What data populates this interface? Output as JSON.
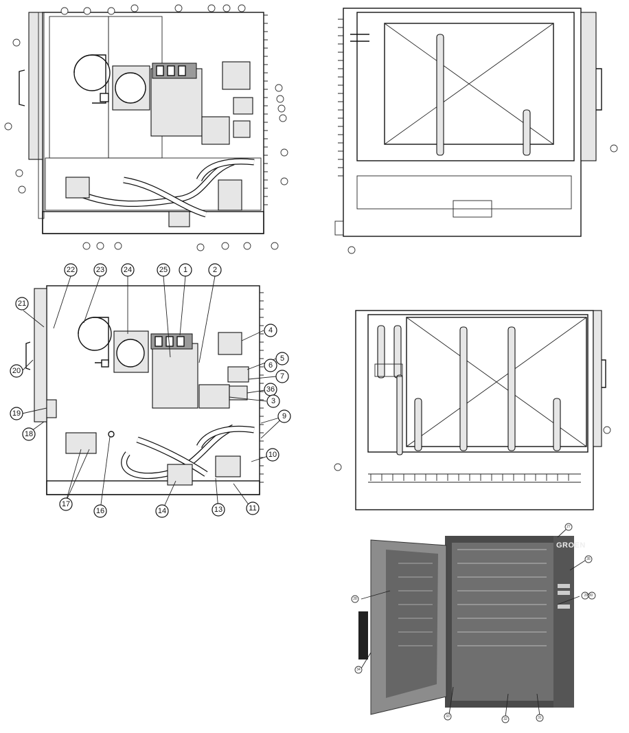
{
  "brand_text": "GROEN",
  "callouts_detailed": {
    "c22": "22",
    "c23": "23",
    "c24": "24",
    "c25": "25",
    "c1": "1",
    "c2": "2",
    "c21": "21",
    "c4": "4",
    "c5": "5",
    "c6": "6",
    "c7": "7",
    "c36": "36",
    "c3": "3",
    "c20": "20",
    "c19": "19",
    "c18": "18",
    "c9": "9",
    "c10": "10",
    "c17": "17",
    "c16": "16",
    "c14": "14",
    "c13": "13",
    "c11": "11"
  },
  "callouts_photo": {
    "c27": "27",
    "c35": "35",
    "c28": "28",
    "c29_30": "29 30",
    "c34": "34",
    "c33": "33",
    "c32": "32",
    "c31": "31"
  }
}
